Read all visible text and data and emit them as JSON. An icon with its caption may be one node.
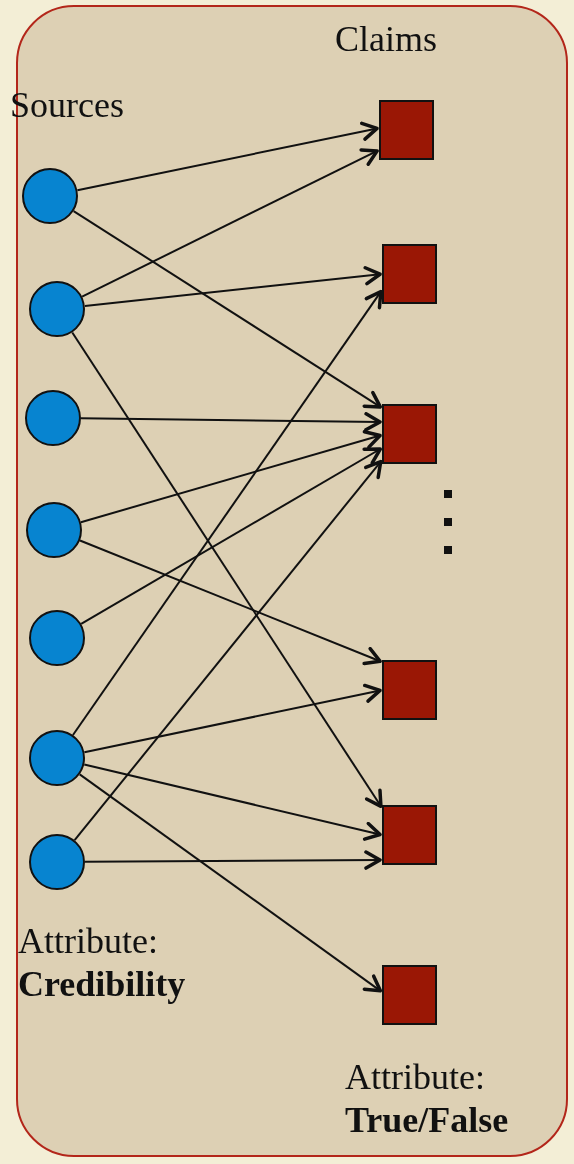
{
  "diagram": {
    "nodes": [
      {
        "text": [],
        "shape": "circle"
      },
      {
        "text": [],
        "shape": "circle"
      },
      {
        "text": [],
        "shape": "circle"
      },
      {
        "text": [],
        "shape": "circle"
      },
      {
        "text": [],
        "shape": "circle"
      },
      {
        "text": [],
        "shape": "circle"
      },
      {
        "text": [],
        "shape": "circle"
      },
      {
        "text": [],
        "shape": "box"
      },
      {
        "text": [],
        "shape": "box"
      },
      {
        "text": [],
        "shape": "box"
      },
      {
        "text": [],
        "shape": "box"
      },
      {
        "text": [],
        "shape": "box"
      },
      {
        "text": [],
        "shape": "box"
      }
    ],
    "edges": [
      {
        "from": 0,
        "to": 7,
        "arrow": "to"
      },
      {
        "from": 0,
        "to": 9,
        "arrow": "to"
      },
      {
        "from": 1,
        "to": 7,
        "arrow": "to"
      },
      {
        "from": 1,
        "to": 8,
        "arrow": "to"
      },
      {
        "from": 1,
        "to": 11,
        "arrow": "to"
      },
      {
        "from": 2,
        "to": 9,
        "arrow": "to"
      },
      {
        "from": 3,
        "to": 9,
        "arrow": "to"
      },
      {
        "from": 3,
        "to": 10,
        "arrow": "to"
      },
      {
        "from": 4,
        "to": 9,
        "arrow": "to"
      },
      {
        "from": 5,
        "to": 8,
        "arrow": "to"
      },
      {
        "from": 5,
        "to": 10,
        "arrow": "to"
      },
      {
        "from": 5,
        "to": 11,
        "arrow": "to"
      },
      {
        "from": 5,
        "to": 12,
        "arrow": "to"
      },
      {
        "from": 6,
        "to": 9,
        "arrow": "to"
      },
      {
        "from": 6,
        "to": 11,
        "arrow": "to"
      }
    ],
    "labels": [
      "Claims",
      "Sources",
      "Attribute: **Credibility**",
      "Attribute: **True/False**"
    ]
  }
}
